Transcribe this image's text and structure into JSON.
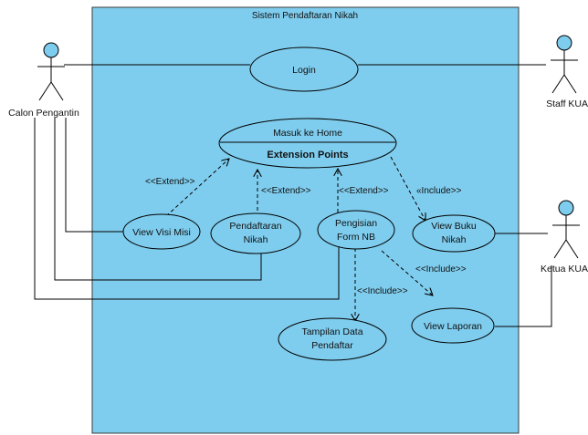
{
  "system": {
    "title": "Sistem Pendaftaran Nikah"
  },
  "actors": {
    "calon": "Calon Pengantin",
    "staff": "Staff KUA",
    "ketua": "Ketua KUA"
  },
  "usecases": {
    "login": "Login",
    "home_title": "Masuk ke Home",
    "home_ext": "Extension Points",
    "visi_misi": "View Visi Misi",
    "pendaftaran_1": "Pendaftaran",
    "pendaftaran_2": "Nikah",
    "pengisian_1": "Pengisian",
    "pengisian_2": "Form NB",
    "buku_1": "View Buku",
    "buku_2": "Nikah",
    "tampilan_1": "Tampilan Data",
    "tampilan_2": "Pendaftar",
    "laporan": "View Laporan"
  },
  "relations": {
    "extend_visi": "<<Extend>>",
    "extend_pendaftaran": "<<Extend>>",
    "extend_pengisian": "<<Extend>>",
    "include_buku": "«Include>>",
    "include_laporan": "<<Include>>",
    "include_tampilan": "<<Include>>"
  },
  "colors": {
    "system_fill": "#7fcdee",
    "usecase_fill": "#7fcdee",
    "actor_head": "#7fcdee",
    "line": "#000000"
  }
}
